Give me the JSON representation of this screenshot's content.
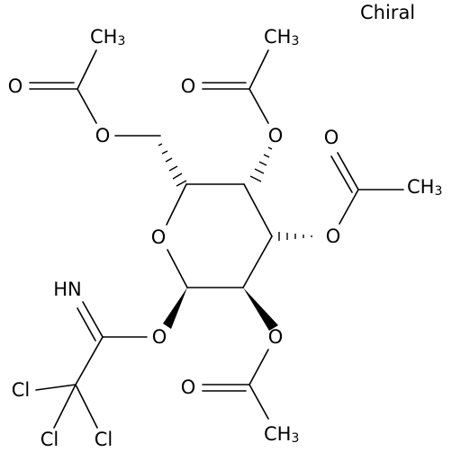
{
  "labels": {
    "chiral": "Chiral",
    "methyl_main": "CH",
    "methyl_sub": "3",
    "oxygen": "O",
    "imine": "HN",
    "chlorine": "Cl"
  }
}
